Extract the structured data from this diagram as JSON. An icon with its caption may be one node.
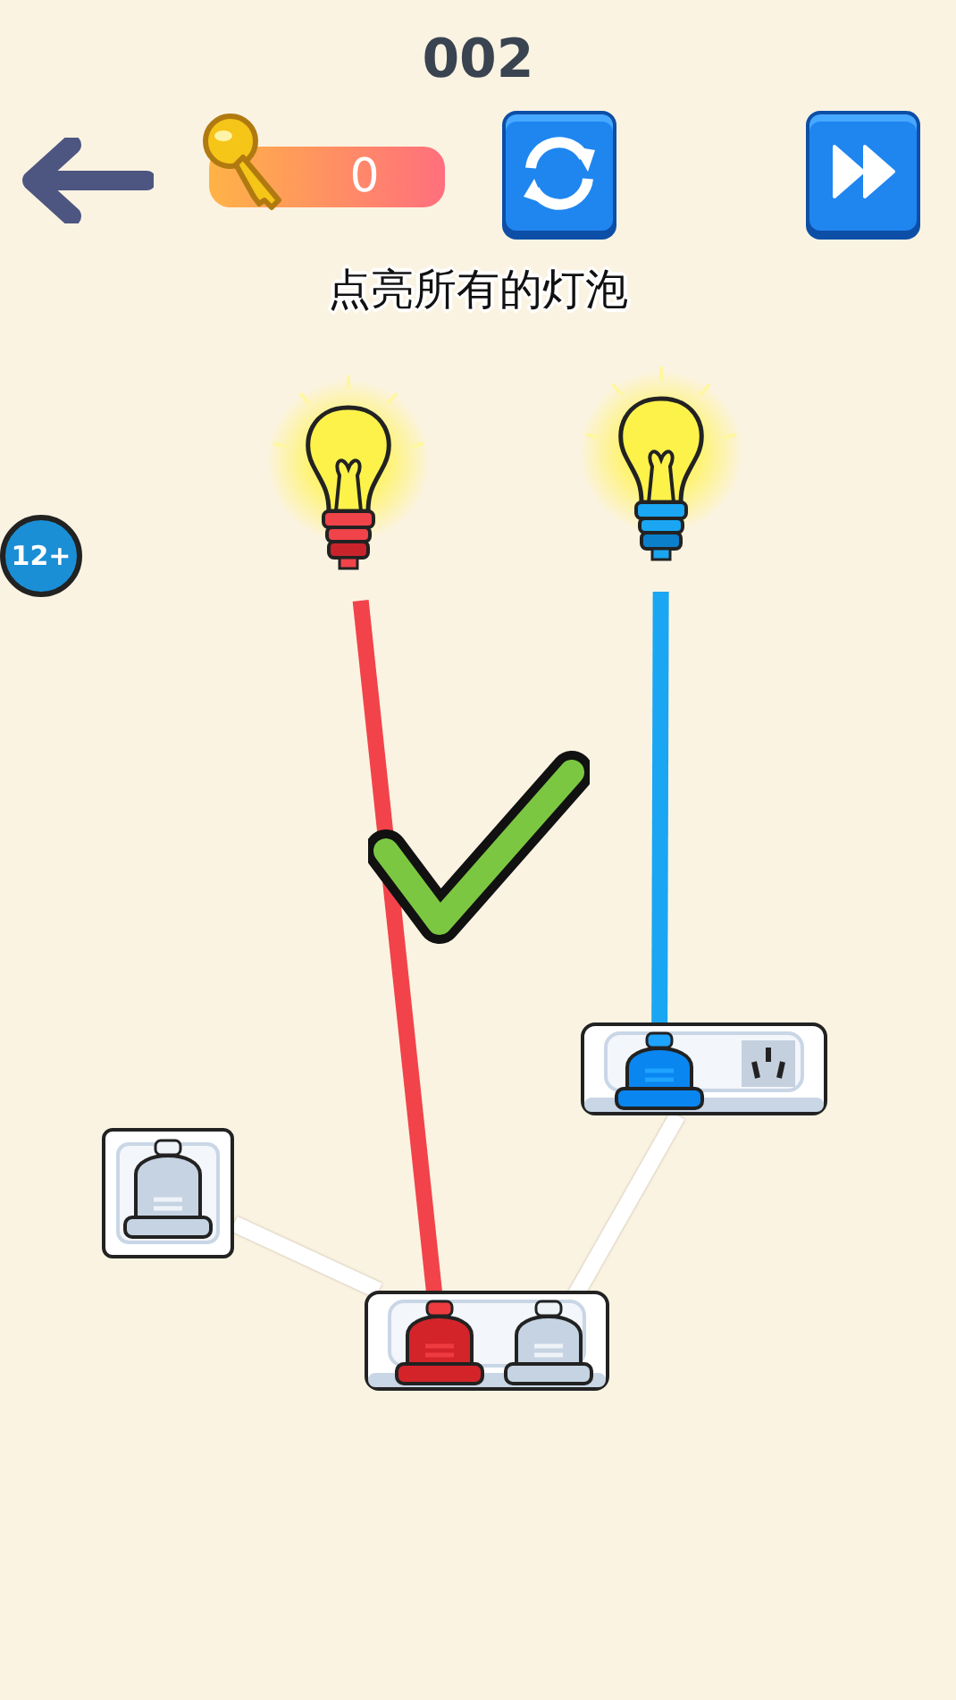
{
  "diagram": {
    "nodes": [
      {
        "text": [],
        "shape": "picture"
      },
      {
        "text": [],
        "shape": "picture"
      },
      {
        "text": [],
        "shape": "box"
      },
      {
        "text": [],
        "shape": "picture",
        "in": 2
      },
      {
        "text": [],
        "shape": "bar"
      },
      {
        "text": [],
        "shape": "picture",
        "in": 4
      },
      {
        "text": [],
        "shape": "picture",
        "in": 4
      },
      {
        "text": [],
        "shape": "bar"
      },
      {
        "text": [],
        "shape": "picture",
        "in": 7
      }
    ],
    "edges": [
      {
        "from": 0,
        "to": 5,
        "arrow": "none",
        "color": "#f2434a"
      },
      {
        "from": 1,
        "to": 8,
        "arrow": "none",
        "color": "#1aa6f2"
      },
      {
        "from": 2,
        "to": 4,
        "arrow": "none",
        "color": "#ffffff"
      },
      {
        "from": 6,
        "to": 7,
        "arrow": "none",
        "color": "#ffffff"
      }
    ],
    "labels": [
      "002",
      "0",
      "点亮所有的灯泡",
      "12+"
    ]
  }
}
